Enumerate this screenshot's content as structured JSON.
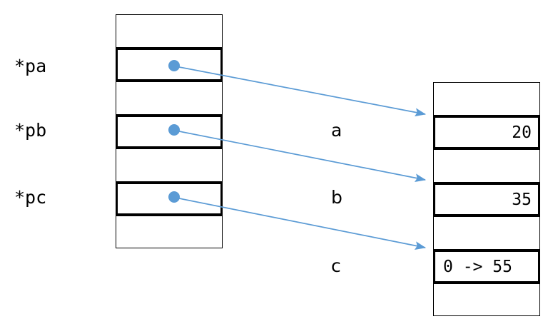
{
  "diagram": {
    "title": "pointer-to-variable memory diagram",
    "accent_color": "#5b9bd5",
    "line_color": "#000000",
    "background": "#ffffff"
  },
  "pointer_table": {
    "name": "pointer memory column",
    "cells": [
      {
        "text": "",
        "highlighted": false
      },
      {
        "text": "",
        "highlighted": true,
        "label": "*pa"
      },
      {
        "text": "",
        "highlighted": false
      },
      {
        "text": "",
        "highlighted": true,
        "label": "*pb"
      },
      {
        "text": "",
        "highlighted": false
      },
      {
        "text": "",
        "highlighted": true,
        "label": "*pc"
      },
      {
        "text": "",
        "highlighted": false
      }
    ]
  },
  "pointer_labels": [
    {
      "text": "*pa"
    },
    {
      "text": "*pb"
    },
    {
      "text": "*pc"
    }
  ],
  "value_table": {
    "name": "value memory column",
    "cells": [
      {
        "text": "",
        "highlighted": false
      },
      {
        "text": "20",
        "highlighted": true,
        "align": "right"
      },
      {
        "text": "",
        "highlighted": false
      },
      {
        "text": "35",
        "highlighted": true,
        "align": "right"
      },
      {
        "text": "",
        "highlighted": false
      },
      {
        "text": "0 -> 55",
        "highlighted": true,
        "align": "left"
      },
      {
        "text": "",
        "highlighted": false
      }
    ]
  },
  "value_labels": [
    {
      "text": "a"
    },
    {
      "text": "b"
    },
    {
      "text": "c"
    }
  ],
  "arrows": [
    {
      "from": "*pa",
      "to": "a"
    },
    {
      "from": "*pb",
      "to": "b"
    },
    {
      "from": "*pc",
      "to": "c"
    }
  ]
}
